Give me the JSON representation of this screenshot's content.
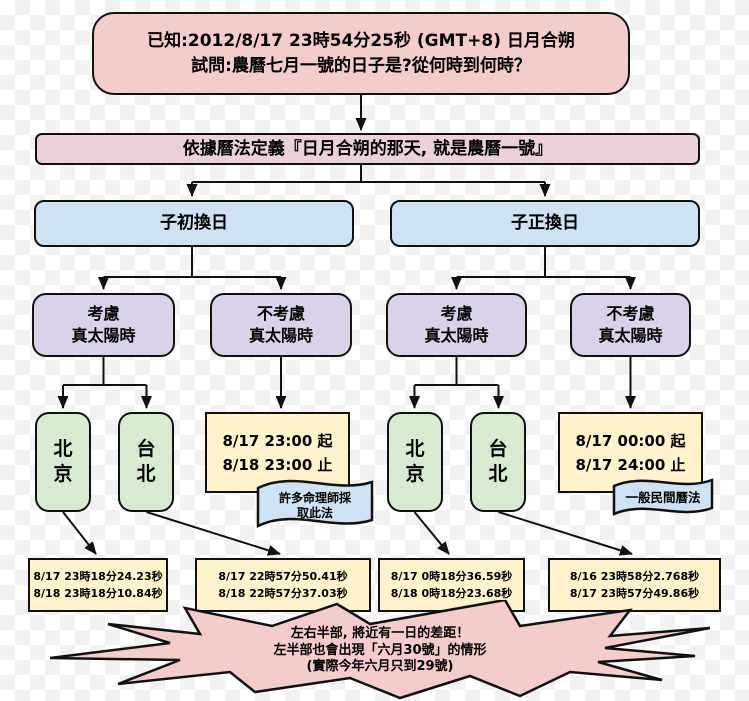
{
  "colors": {
    "pink": "#f4cccc",
    "magenta": "#ead1dc",
    "blue": "#cfe2f3",
    "purple": "#d9d2e9",
    "green": "#d9ead3",
    "yellow": "#fff2cc",
    "outline": "#111111"
  },
  "question_box": {
    "line1": "已知:2012/8/17 23時54分25秒 (GMT+8) 日月合朔",
    "line2": "試問:農曆七月一號的日子是?從何時到何時？"
  },
  "definition_box": {
    "text": "依據曆法定義『日月合朔的那天, 就是農曆一號』"
  },
  "day_rules": [
    {
      "label": "子初換日"
    },
    {
      "label": "子正換日"
    }
  ],
  "solar_options": [
    {
      "line1": "考慮",
      "line2": "真太陽時"
    },
    {
      "line1": "不考慮",
      "line2": "真太陽時"
    },
    {
      "line1": "考慮",
      "line2": "真太陽時"
    },
    {
      "line1": "不考慮",
      "line2": "真太陽時"
    }
  ],
  "cities": [
    {
      "name": "北京"
    },
    {
      "name": "台北"
    },
    {
      "name": "北京"
    },
    {
      "name": "台北"
    }
  ],
  "range_boxes": [
    {
      "line1": "8/17 23:00 起",
      "line2": "8/18 23:00 止"
    },
    {
      "line1": "8/17 00:00 起",
      "line2": "8/17 24:00 止"
    }
  ],
  "ribbons": [
    {
      "text": "許多命理師採取此法"
    },
    {
      "text": "一般民間曆法"
    }
  ],
  "result_boxes": [
    {
      "line1": "8/17 23時18分24.23秒",
      "line2": "8/18 23時18分10.84秒"
    },
    {
      "line1": "8/17 22時57分50.41秒",
      "line2": "8/18 22時57分37.03秒"
    },
    {
      "line1": "8/17 0時18分36.59秒",
      "line2": "8/18 0時18分23.68秒"
    },
    {
      "line1": "8/16 23時58分2.768秒",
      "line2": "8/17 23時57分49.86秒"
    }
  ],
  "conclusion": {
    "line1": "左右半部, 將近有一日的差距！",
    "line2": "左半部也會出現「六月30號」的情形",
    "line3": "(實際今年六月只到29號)"
  }
}
